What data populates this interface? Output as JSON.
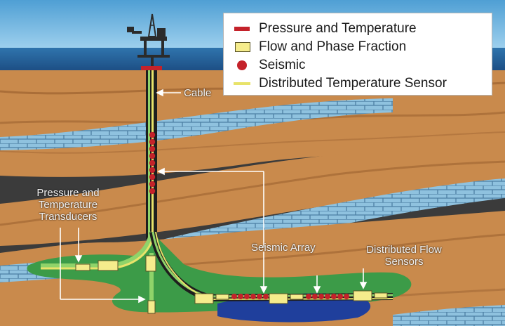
{
  "legend": {
    "items": [
      {
        "symbol": "pressure-temperature",
        "label": "Pressure and Temperature"
      },
      {
        "symbol": "flow-phase",
        "label": "Flow and Phase Fraction"
      },
      {
        "symbol": "seismic",
        "label": "Seismic"
      },
      {
        "symbol": "dts",
        "label": "Distributed Temperature Sensor"
      }
    ]
  },
  "labels": {
    "cable": "Cable",
    "transducers": [
      "Pressure and",
      "Temperature",
      "Transducers"
    ],
    "seismic_array": "Seismic Array",
    "flow_sensors": [
      "Distributed Flow",
      "Sensors"
    ]
  },
  "colors": {
    "sky": "#5aa9d8",
    "sea": "#2b6ea8",
    "sediment": "#c98a4c",
    "dark_layer": "#3b3b3b",
    "brick": "#8fc2df",
    "reservoir": "#3c9b48",
    "water": "#1f3f9c",
    "pressure_temperature": "#c4222a",
    "flow_gauge": "#f5ec8c",
    "seismic": "#c4222a",
    "dts": "#e8e36a",
    "cable": "#8fd36a"
  }
}
